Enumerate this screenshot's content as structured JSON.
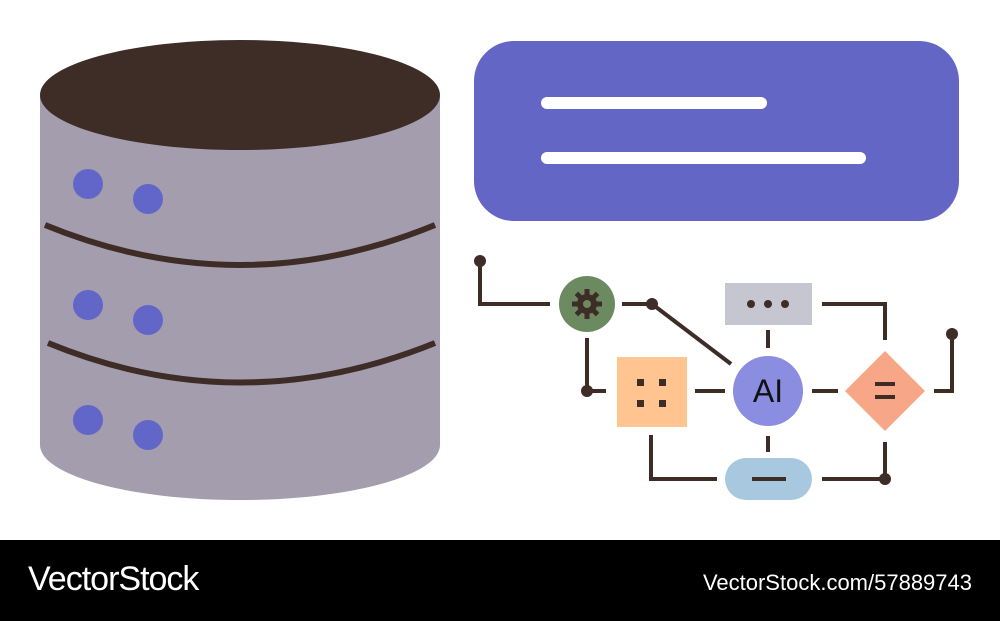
{
  "illustration": {
    "ai_label": "AI",
    "icons": [
      "database-icon",
      "message-bubble-icon",
      "gear-icon",
      "grid-icon",
      "ellipsis-icon",
      "equals-icon",
      "minus-icon"
    ],
    "colors": {
      "db_body": "#a39dae",
      "db_top": "#3e2c27",
      "db_dot": "#6366c9",
      "bubble": "#6366c5",
      "gear_node": "#6b8a5f",
      "grid_node": "#ffc48f",
      "ai_node": "#8a8de0",
      "dots_node": "#c6c6d0",
      "diamond_node": "#f7a788",
      "pill_node": "#a8c8e0",
      "line": "#3e2c27"
    }
  },
  "watermark": {
    "brand": "VectorStock",
    "image_id": "VectorStock.com/57889743"
  }
}
